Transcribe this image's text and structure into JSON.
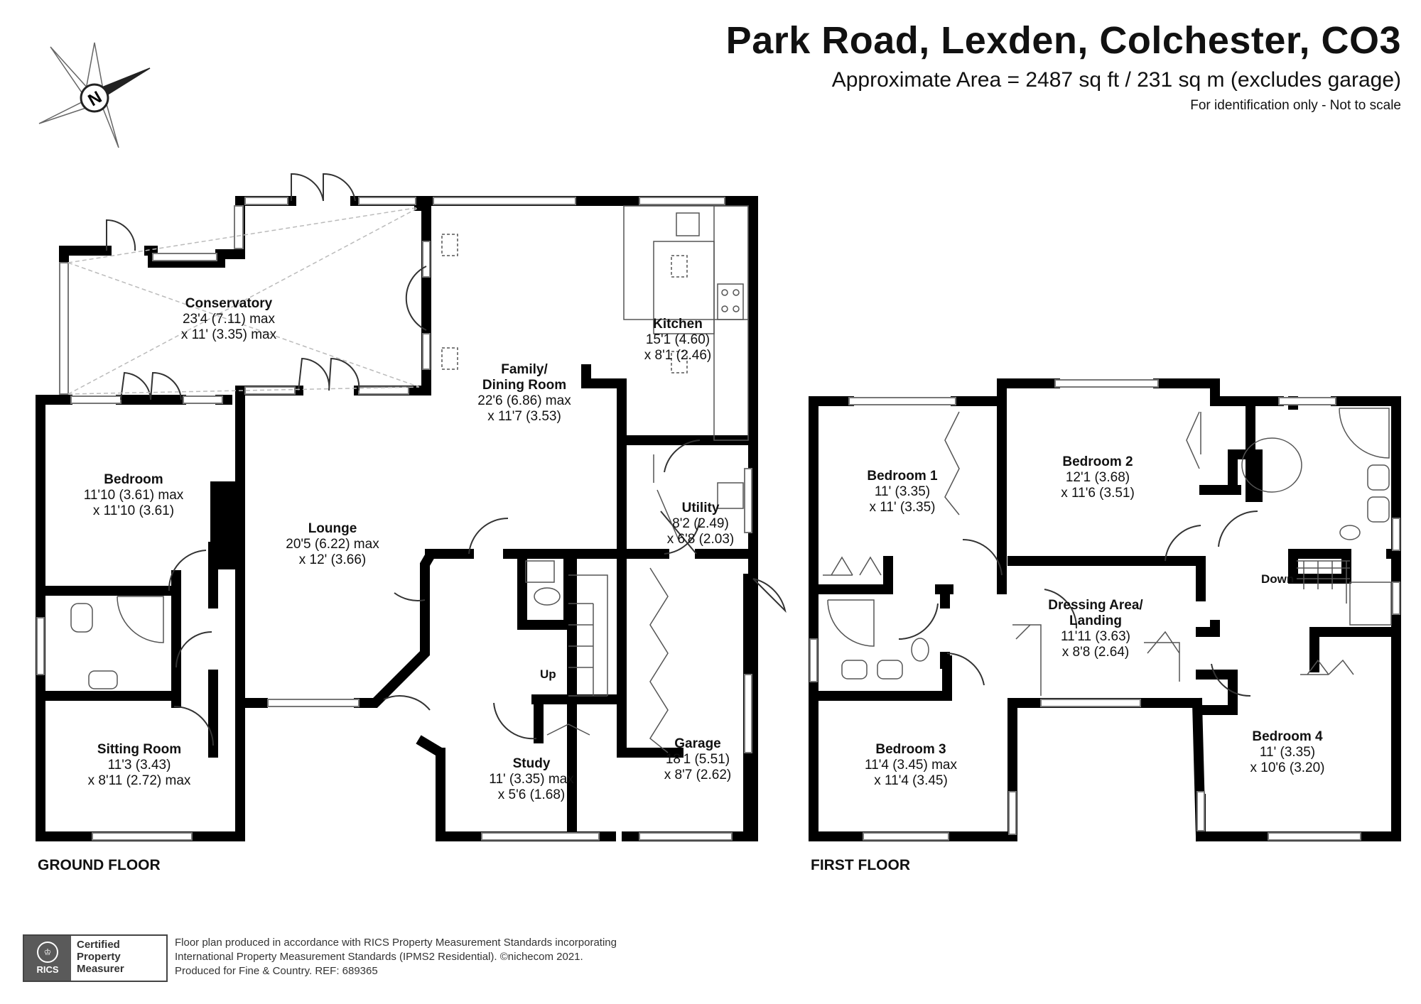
{
  "header": {
    "title": "Park Road, Lexden, Colchester, CO3",
    "area": "Approximate Area = 2487 sq ft / 231 sq m (excludes garage)",
    "note": "For identification only - Not to scale"
  },
  "compass": {
    "letter": "N",
    "icon": "compass-icon"
  },
  "ground_floor": {
    "label": "GROUND FLOOR",
    "rooms": [
      {
        "name": "Conservatory",
        "dim1": "23'4 (7.11) max",
        "dim2": "x 11' (3.35) max"
      },
      {
        "name": "Bedroom",
        "dim1": "11'10 (3.61) max",
        "dim2": "x 11'10 (3.61)"
      },
      {
        "name": "Lounge",
        "dim1": "20'5 (6.22) max",
        "dim2": "x 12' (3.66)"
      },
      {
        "name": "Family/",
        "name2": "Dining Room",
        "dim1": "22'6 (6.86) max",
        "dim2": "x 11'7 (3.53)"
      },
      {
        "name": "Kitchen",
        "dim1": "15'1 (4.60)",
        "dim2": "x 8'1 (2.46)"
      },
      {
        "name": "Utility",
        "dim1": "8'2 (2.49)",
        "dim2": "x 6'8 (2.03)"
      },
      {
        "name": "Sitting Room",
        "dim1": "11'3 (3.43)",
        "dim2": "x 8'11 (2.72) max"
      },
      {
        "name": "Study",
        "dim1": "11' (3.35) max",
        "dim2": "x 5'6 (1.68)"
      },
      {
        "name": "Garage",
        "dim1": "18'1 (5.51)",
        "dim2": "x 8'7 (2.62)"
      }
    ],
    "stairs_label": "Up"
  },
  "first_floor": {
    "label": "FIRST FLOOR",
    "rooms": [
      {
        "name": "Bedroom 1",
        "dim1": "11' (3.35)",
        "dim2": "x 11' (3.35)"
      },
      {
        "name": "Bedroom 2",
        "dim1": "12'1 (3.68)",
        "dim2": "x 11'6 (3.51)"
      },
      {
        "name": "Dressing Area/",
        "name2": "Landing",
        "dim1": "11'11 (3.63)",
        "dim2": "x 8'8 (2.64)"
      },
      {
        "name": "Bedroom 3",
        "dim1": "11'4 (3.45) max",
        "dim2": "x 11'4 (3.45)"
      },
      {
        "name": "Bedroom 4",
        "dim1": "11' (3.35)",
        "dim2": "x 10'6 (3.20)"
      }
    ],
    "stairs_label": "Down"
  },
  "badge": {
    "org": "RICS",
    "line1": "Certified",
    "line2": "Property",
    "line3": "Measurer"
  },
  "footer": {
    "line1": "Floor plan produced in accordance with RICS Property Measurement Standards incorporating",
    "line2": "International Property Measurement Standards (IPMS2 Residential).   ©nichecom 2021.",
    "line3": "Produced for Fine & Country.   REF:  689365"
  },
  "colors": {
    "wall": "#000000",
    "fixture": "#555555",
    "window": "#777777"
  }
}
